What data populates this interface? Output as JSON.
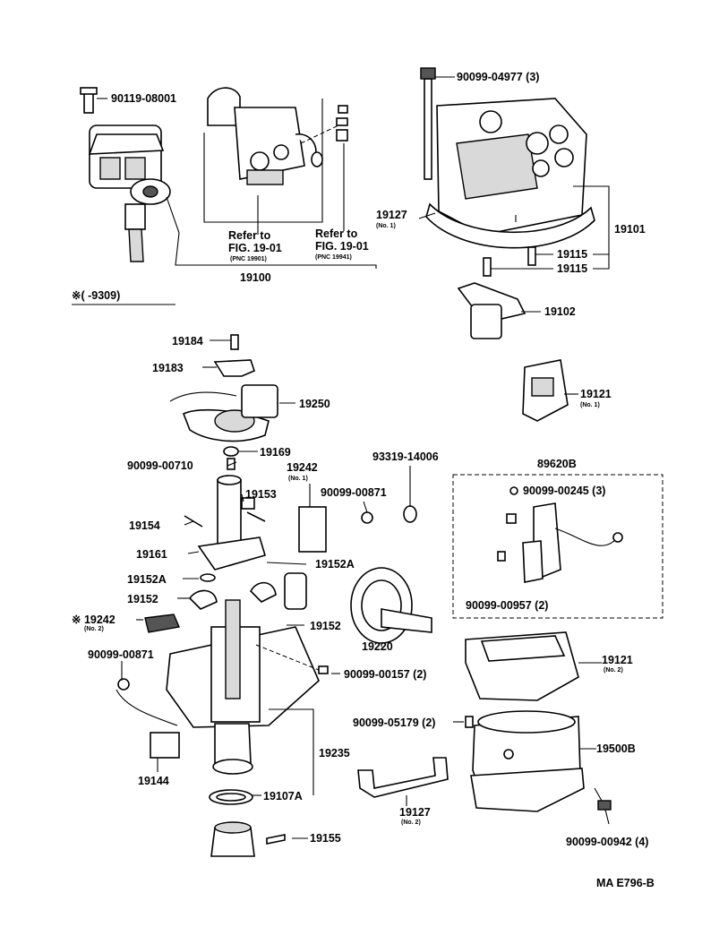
{
  "labels": {
    "l_90119_08001": "90119-08001",
    "l_90099_04977": "90099-04977 (3)",
    "l_19127_1": "19127",
    "l_19127_1_no": "(No. 1)",
    "l_19101": "19101",
    "l_19115_a": "19115",
    "l_19115_b": "19115",
    "l_19100": "19100",
    "l_refer_a_1": "Refer to",
    "l_refer_a_2": "FIG. 19-01",
    "l_refer_a_3": "(PNC 19901)",
    "l_refer_b_1": "Refer to",
    "l_refer_b_2": "FIG. 19-01",
    "l_refer_b_3": "(PNC 19941)",
    "l_note": "※(    -9309)",
    "l_19102": "19102",
    "l_19184": "19184",
    "l_19183": "19183",
    "l_19121_1": "19121",
    "l_19121_1_no": "(No. 1)",
    "l_19250": "19250",
    "l_19169": "19169",
    "l_90099_00710": "90099-00710",
    "l_19242_1": "19242",
    "l_19242_1_no": "(No. 1)",
    "l_93319_14006": "93319-14006",
    "l_89620B": "89620B",
    "l_90099_00871_a": "90099-00871",
    "l_90099_00245": "90099-00245 (3)",
    "l_19153": "19153",
    "l_19154": "19154",
    "l_19161": "19161",
    "l_19152A_a": "19152A",
    "l_19152A_b": "19152A",
    "l_19152_a": "19152",
    "l_19152_b": "19152",
    "l_19242_2": "※ 19242",
    "l_19242_2_no": "(No. 2)",
    "l_90099_00957": "90099-00957 (2)",
    "l_19220": "19220",
    "l_90099_00871_b": "90099-00871",
    "l_90099_00157": "90099-00157 (2)",
    "l_19121_2": "19121",
    "l_19121_2_no": "(No. 2)",
    "l_90099_05179": "90099-05179 (2)",
    "l_19500B": "19500B",
    "l_19235": "19235",
    "l_19144": "19144",
    "l_19107A": "19107A",
    "l_19127_2": "19127",
    "l_19127_2_no": "(No. 2)",
    "l_90099_00942": "90099-00942 (4)",
    "l_19155": "19155",
    "l_code": "MA E796-B"
  },
  "icons": {
    "tick": "line-segment",
    "parts": "line-drawing"
  }
}
